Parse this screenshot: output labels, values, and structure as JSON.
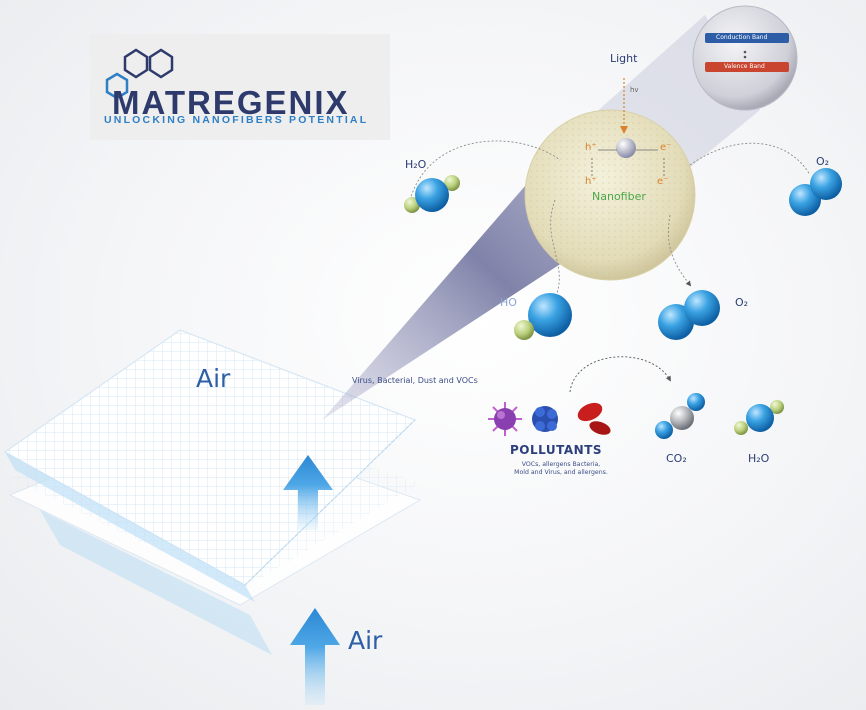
{
  "logo": {
    "wordmark": "MATREGENIX",
    "tagline": "UNLOCKING NANOFIBERS POTENTIAL"
  },
  "inset": {
    "conduction_band": "Conduction Band",
    "valence_band": "Valence Band",
    "light": "Light",
    "hv": "hv",
    "hole_symbol": "h⁺",
    "electron_symbol": "e⁻",
    "nanofiber": "Nanofiber"
  },
  "molecules": {
    "h2o_in": "H₂O",
    "o2_in": "O₂",
    "ho": "HO",
    "o2_out": "O₂",
    "co2": "CO₂",
    "h2o_out": "H₂O"
  },
  "filter": {
    "air_top": "Air",
    "air_bottom": "Air",
    "pointer_caption": "Virus, Bacterial, Dust and VOCs"
  },
  "pollutants": {
    "title": "POLLUTANTS",
    "description_line1": "VOCs, allergens Bacteria,",
    "description_line2": "Mold and Virus, and allergens."
  },
  "colors": {
    "brand_navy": "#2d3a6b",
    "brand_blue": "#2f7fc4",
    "molecule_blue": "#2f8fd0",
    "molecule_green": "#b9cf7a",
    "nanofiber_green": "#4aa84a",
    "light_orange": "#d9822b",
    "conduction_band": "#2d5da6",
    "valence_band": "#c9452f",
    "virus_purple": "#8a3fb0",
    "bacteria_blue": "#2a4fb0",
    "blood_red": "#c81e1e"
  },
  "icons": [
    "logo-hexagon-icon",
    "molecule-icon",
    "virus-icon",
    "bacteria-icon",
    "red-blood-cell-icon",
    "up-arrow-icon"
  ]
}
